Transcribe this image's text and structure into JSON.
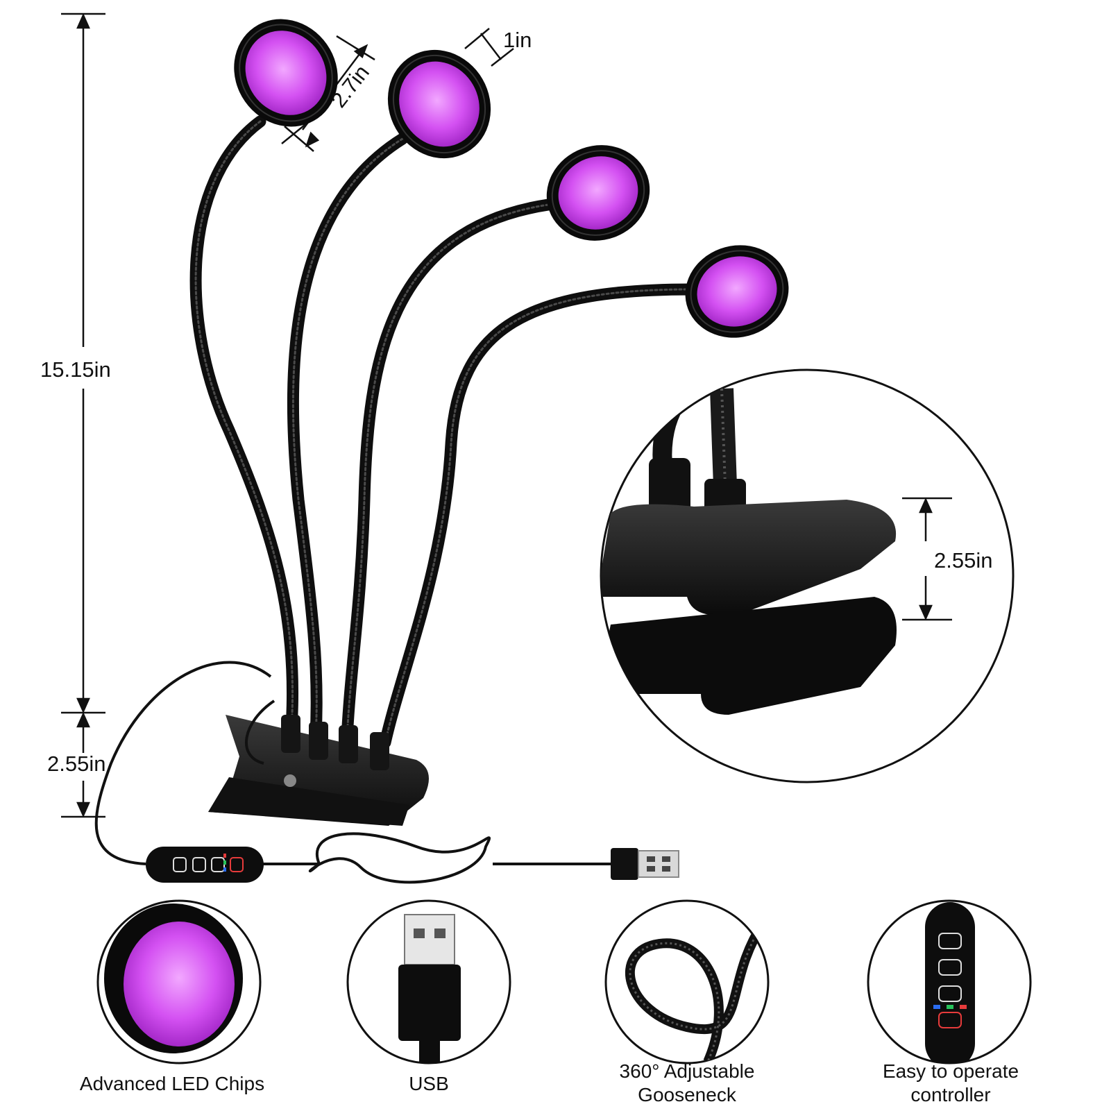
{
  "dimensions": {
    "total_height": "15.15in",
    "clip_height": "2.55in",
    "head_diameter": "2.7in",
    "head_thickness": "1in",
    "clip_zoom_height": "2.55in"
  },
  "features": [
    {
      "label": "Advanced LED Chips"
    },
    {
      "label": "USB"
    },
    {
      "label": "360° Adjustable Gooseneck"
    },
    {
      "label": "Easy to operate controller"
    }
  ],
  "colors": {
    "led_purple": "#c93ce6",
    "led_glow": "#e88bff",
    "body_black": "#141414",
    "dimension_line": "#111111",
    "indicator_blue": "#2a6cf0",
    "indicator_green": "#27c25a",
    "indicator_red": "#e63b3b"
  },
  "icons": [
    "led-head-icon",
    "usb-plug-icon",
    "gooseneck-icon",
    "controller-icon",
    "power-icon"
  ]
}
